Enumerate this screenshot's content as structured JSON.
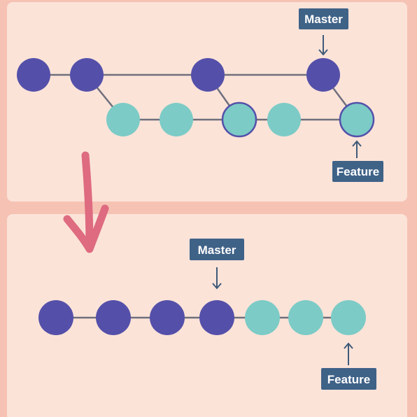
{
  "colors": {
    "page": "#f6c2b4",
    "panel": "#fbe3d8",
    "master_node": "#5450aa",
    "feature_node": "#7ccbc6",
    "edge": "#6f6f7c",
    "label_bg": "#3f6287",
    "label_text": "#ffffff",
    "arrow": "#3f5a78",
    "transition_arrow": "#de6b80"
  },
  "before_panel": {
    "labels": {
      "master": "Master",
      "feature": "Feature"
    }
  },
  "after_panel": {
    "labels": {
      "master": "Master",
      "feature": "Feature"
    }
  }
}
